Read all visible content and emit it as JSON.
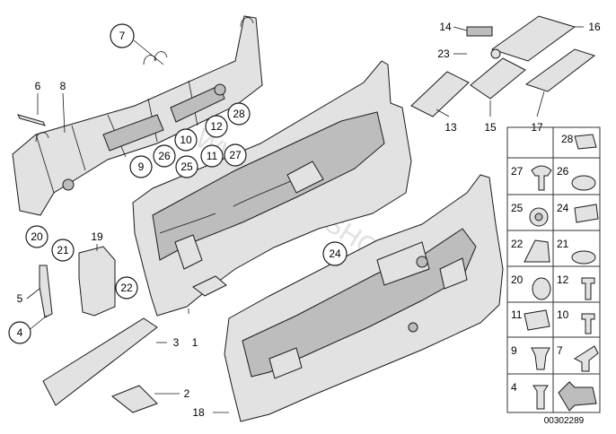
{
  "watermark": "WWW.BMW.SHOP.DE",
  "reference_number": "00302289",
  "callouts": {
    "c7": "7",
    "c6": "6",
    "c8": "8",
    "c12": "12",
    "c28": "28",
    "c10": "10",
    "c9": "9",
    "c26": "26",
    "c25": "25",
    "c11": "11",
    "c27": "27",
    "c14": "14",
    "c16": "16",
    "c23": "23",
    "c13": "13",
    "c15": "15",
    "c17": "17",
    "c20": "20",
    "c21": "21",
    "c19": "19",
    "c22": "22",
    "c5": "5",
    "c4": "4",
    "c24": "24",
    "c3": "3",
    "c1": "1",
    "c2": "2",
    "c18": "18"
  },
  "legend": {
    "r28": "28",
    "r27": "27",
    "r26": "26",
    "r25": "25",
    "r24": "24",
    "r22": "22",
    "r21": "21",
    "r20": "20",
    "r12": "12",
    "r11": "11",
    "r10": "10",
    "r9": "9",
    "r7": "7",
    "r4": "4"
  }
}
